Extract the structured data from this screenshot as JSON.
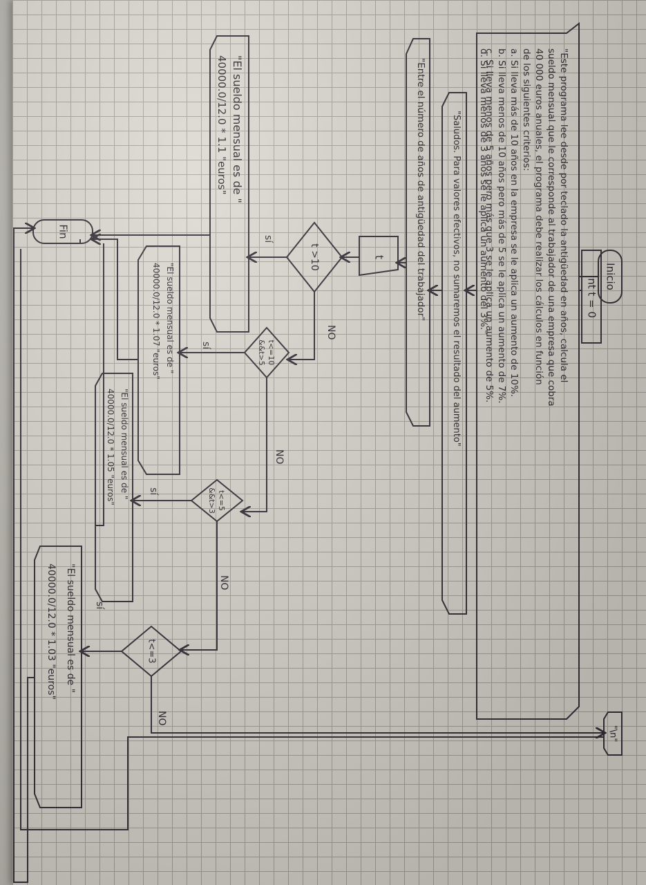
{
  "flowchart": {
    "start": "Inicio",
    "declare": "int t = 0",
    "description": [
      "\"Este programa lee desde por teclado la antigüedad en años, calcula el",
      "sueldo mensual que le corresponde al trabajador de una empresa que cobra",
      "40 000 euros anuales, el programa debe realizar los cálculos en función",
      "de los siguientes criterios:",
      "a. Si lleva más de 10 años en la empresa se le aplica un aumento de 10%.",
      "b. Si lleva menos de 10 años pero más de 5 se le aplica un aumento de 7%.",
      "c. Si lleva menos de 5 años pero más que 3 se le aplica un aumento de 5%.",
      "d. Si lleva menos de 3 años se le aplica un aumento del 3%.\""
    ],
    "note": "\"Saludos. Para valores efectivos, no sumaremos el resultado del aumento\"",
    "prompt": "\"Entre el número de años de antigüedad del trabajador\"",
    "input": "t",
    "cond1": "t >10",
    "cond2": [
      "t<=10",
      "&&t>5"
    ],
    "cond3": [
      "t<=5",
      "&&t>3"
    ],
    "cond4": "t<=3",
    "no": "NO",
    "yes": "sí",
    "out1": [
      "\"El sueldo mensual es de \"",
      "40000.0/12.0 * 1.1 \"euros\""
    ],
    "out2": [
      "\"El sueldo mensual es de \"",
      "40000.0/12.0 * 1.07 \"euros\""
    ],
    "out3": [
      "\"El sueldo mensual es de \"",
      "40000.0/12.0 * 1.05 \"euros\""
    ],
    "out4": [
      "\"El sueldo mensual es de \"",
      "40000.0/12.0 * 1.03 \"euros\""
    ],
    "newline": "\"\\n\"",
    "end": "Fin"
  }
}
